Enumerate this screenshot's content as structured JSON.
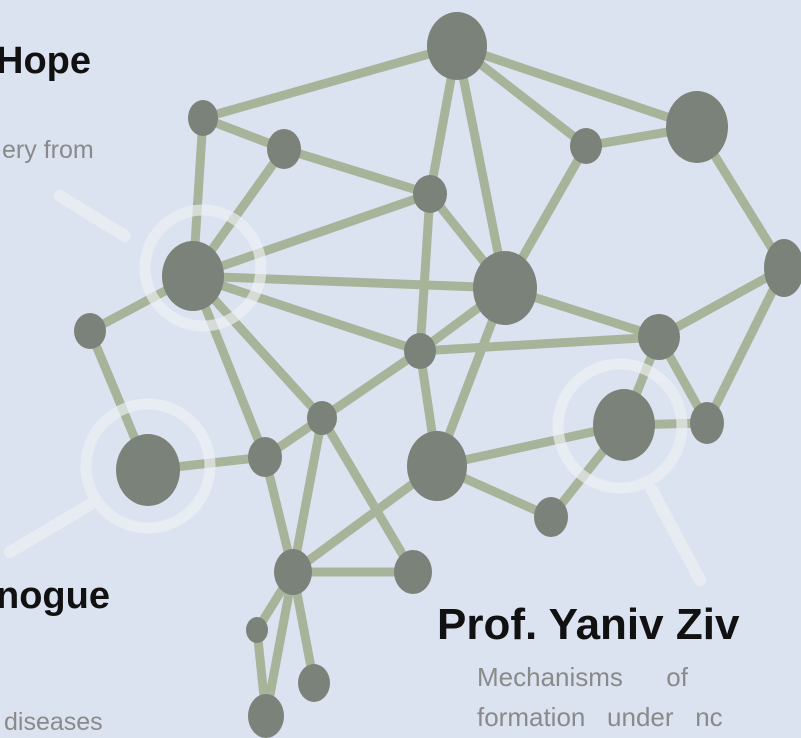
{
  "colors": {
    "background": "#dce3f0",
    "edge": "#a8b49a",
    "node": "#7b8279",
    "lens": "#eef1f5"
  },
  "people": [
    {
      "name": "Hope",
      "desc_lines": [
        "ery from"
      ]
    },
    {
      "name": "nogue",
      "desc_lines": [
        "diseases"
      ]
    },
    {
      "name": "Prof. Yaniv Ziv",
      "desc_lines": [
        "Mechanisms      of",
        "formation   under   nc"
      ]
    }
  ]
}
